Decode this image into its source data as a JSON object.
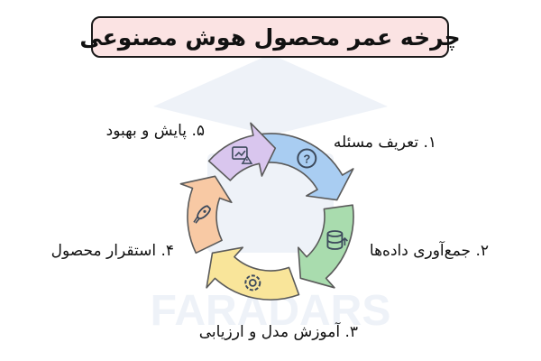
{
  "title": "چرخه عمر محصول هوش مصنوعی",
  "steps": [
    {
      "label": "۱. تعریف مسئله",
      "icon": "question-icon",
      "color": "#a9cdf2"
    },
    {
      "label": "۲. جمع‌آوری داده‌ها",
      "icon": "database-icon",
      "color": "#a9dcae"
    },
    {
      "label": "۳. آموزش مدل و ارزیابی",
      "icon": "brain-gear-icon",
      "color": "#f9e59a"
    },
    {
      "label": "۴. استقرار محصول",
      "icon": "rocket-icon",
      "color": "#f8c9a4"
    },
    {
      "label": "۵. پایش و بهبود",
      "icon": "chart-warning-icon",
      "color": "#d9c6ee"
    }
  ],
  "colors": {
    "title_bg": "#fbe3e3",
    "title_border": "#1a1a1a",
    "arrow_stroke": "#5a5a5a"
  }
}
